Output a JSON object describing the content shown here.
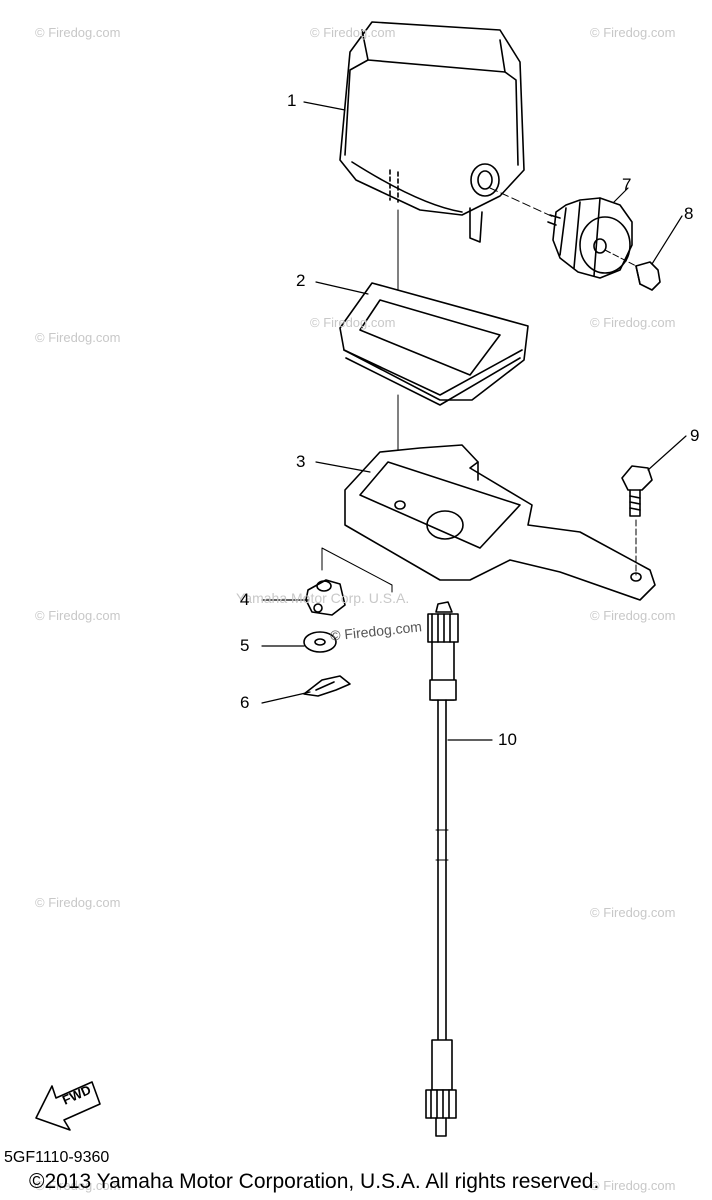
{
  "watermarks": [
    "© Firedog.com",
    "© Firedog.com",
    "© Firedog.com",
    "© Firedog.com",
    "© Firedog.com",
    "© Firedog.com",
    "© Firedog.com",
    "© Firedog.com",
    "© Firedog.com",
    "© Firedog.com",
    "© Firedog.com",
    "© Firedog.com"
  ],
  "inline_watermark_1": "Yamaha Motor Corp. U.S.A.",
  "inline_watermark_2": "© Firedog.com",
  "callouts": [
    "1",
    "2",
    "3",
    "4",
    "5",
    "6",
    "7",
    "8",
    "9",
    "10"
  ],
  "fwd_label": "FWD",
  "diagram_code": "5GF1110-9360",
  "copyright": "©2013 Yamaha Motor Corporation, U.S.A. All rights reserved."
}
